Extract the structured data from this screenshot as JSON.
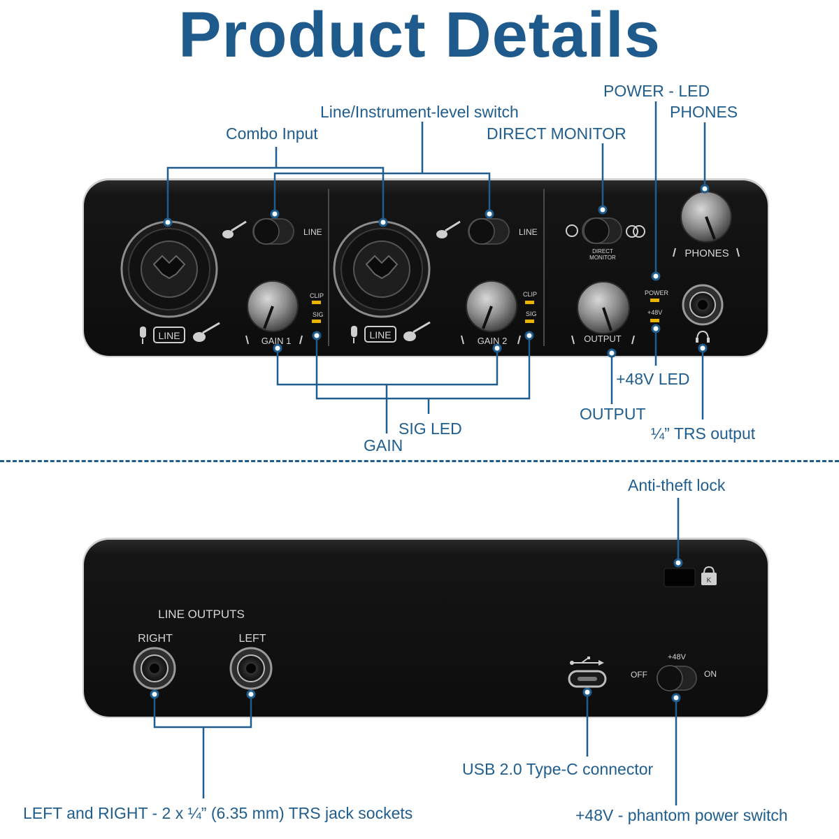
{
  "title": "Product Details",
  "front_callouts": {
    "power_led": "POWER - LED",
    "phones": "PHONES",
    "line_instrument_switch": "Line/Instrument-level switch",
    "combo_input": "Combo Input",
    "direct_monitor": "DIRECT MONITOR",
    "plus48v_led": "+48V LED",
    "output": "OUTPUT",
    "sig_led": "SIG LED",
    "gain": "GAIN",
    "trs_output": "¼” TRS output"
  },
  "back_callouts": {
    "anti_theft_lock": "Anti-theft lock",
    "usb_connector": "USB 2.0 Type-C connector",
    "jack_sockets": "LEFT and RIGHT - 2 x ¼” (6.35 mm) TRS jack sockets",
    "phantom_switch": "+48V - phantom power switch"
  },
  "front_panel": {
    "line_1": "LINE",
    "line_2": "LINE",
    "clip_1": "CLIP",
    "sig_1": "SIG",
    "clip_2": "CLIP",
    "sig_2": "SIG",
    "gain_1": "GAIN  1",
    "gain_2": "GAIN  2",
    "direct_monitor_1": "DIRECT",
    "direct_monitor_2": "MONITOR",
    "output": "OUTPUT",
    "power": "POWER",
    "plus48v": "+48V",
    "phones": "PHONES",
    "line_badge_1": "LINE",
    "line_badge_2": "LINE"
  },
  "back_panel": {
    "line_outputs": "LINE  OUTPUTS",
    "right": "RIGHT",
    "left": "LEFT",
    "off": "OFF",
    "on": "ON",
    "plus48v": "+48V"
  },
  "colors": {
    "accent": "#1f5d8e",
    "panel": "#161616",
    "led": "#e8b400"
  },
  "icons": [
    "microphone-icon",
    "guitar-icon",
    "headphones-icon",
    "usb-icon",
    "kensington-lock-icon",
    "mono-circle-icon",
    "stereo-circles-icon"
  ]
}
